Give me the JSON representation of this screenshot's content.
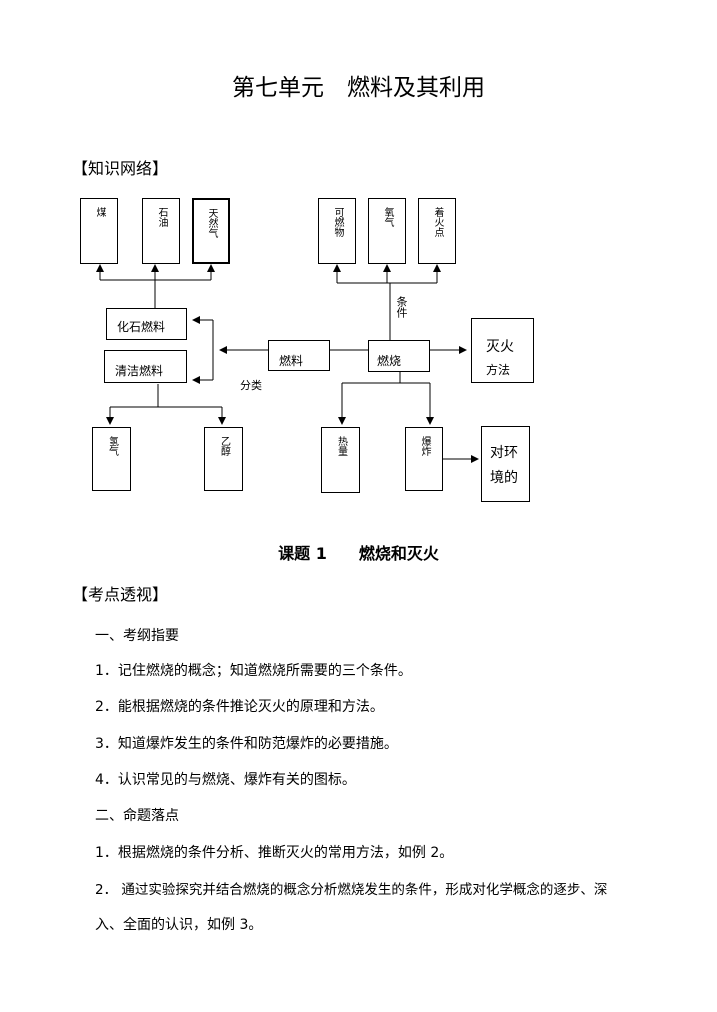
{
  "title": "第七单元　燃料及其利用",
  "knowledge_heading": "【知识网络】",
  "diagram": {
    "top_left_boxes": [
      "煤",
      "石油",
      "天然气"
    ],
    "top_right_boxes": [
      "可燃物",
      "氧气",
      "着火点"
    ],
    "fossil_fuel": "化石燃料",
    "clean_fuel": "清洁燃料",
    "fuel": "燃料",
    "combustion": "燃烧",
    "classify": "分类",
    "condition": "条件",
    "extinguish_line1": "灭火",
    "extinguish_line2": "方法",
    "bottom_left_boxes": [
      "氢气",
      "乙醇"
    ],
    "bottom_mid_boxes": [
      "热量",
      "爆炸"
    ],
    "env_line1": "对环",
    "env_line2": "境的"
  },
  "lesson_title": "课题 1　　燃烧和灭火",
  "exam_heading": "【考点透视】",
  "lines": [
    "一、考纲指要",
    "1．记住燃烧的概念；知道燃烧所需要的三个条件。",
    "2．能根据燃烧的条件推论灭火的原理和方法。",
    "3．知道爆炸发生的条件和防范爆炸的必要措施。",
    "4．认识常见的与燃烧、爆炸有关的图标。",
    "二、命题落点",
    "1．根据燃烧的条件分析、推断灭火的常用方法，如例 2。",
    "2．  通过实验探究并结合燃烧的概念分析燃烧发生的条件，形成对化学概念的逐步、深",
    "入、全面的认识，如例 3。"
  ]
}
